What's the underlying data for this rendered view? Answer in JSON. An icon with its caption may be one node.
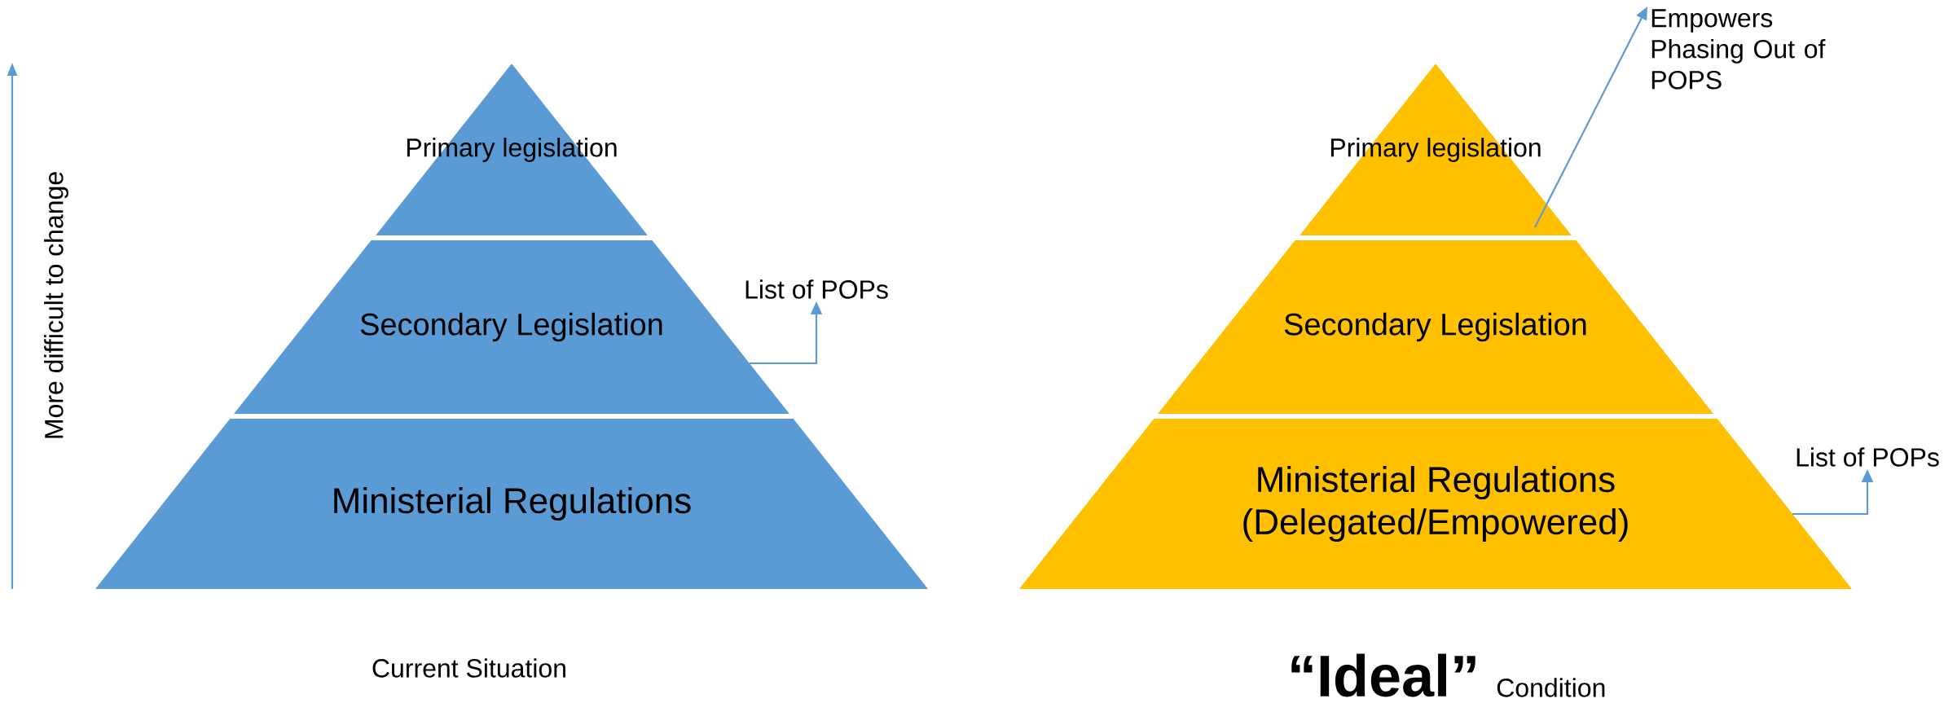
{
  "diagram": {
    "nodes": [
      {
        "text": [
          "Primary legislation"
        ]
      },
      {
        "text": [
          "Secondary Legislation"
        ]
      },
      {
        "text": [
          "Ministerial Regulations"
        ]
      },
      {
        "text": [
          "List of POPs"
        ]
      },
      {
        "text": [
          "Primary legislation"
        ]
      },
      {
        "text": [
          "Secondary Legislation"
        ]
      },
      {
        "text": [
          "Ministerial Regulations (Delegated/Empowered)"
        ]
      },
      {
        "text": [
          "Empowers Phasing Out of POPS"
        ]
      },
      {
        "text": [
          "List of POPs"
        ]
      }
    ],
    "edges": [
      {
        "from": 1,
        "to": 3,
        "arrow": "to"
      },
      {
        "from": 4,
        "to": 7,
        "arrow": "to"
      },
      {
        "from": 6,
        "to": 8,
        "arrow": "to"
      }
    ],
    "labels": [
      "More difficult to change",
      "Current Situation",
      "“Ideal”",
      "Condition"
    ]
  }
}
